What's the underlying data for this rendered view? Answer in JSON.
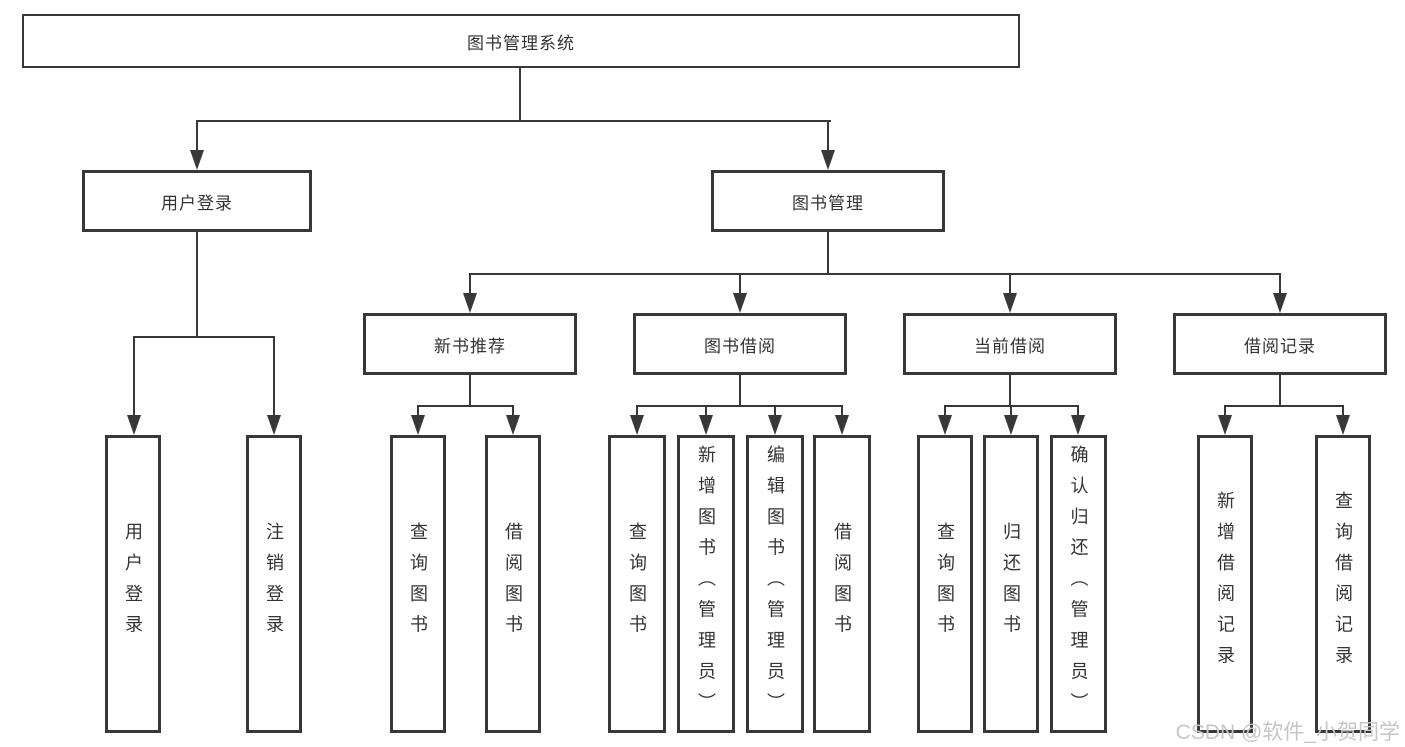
{
  "tree": {
    "label": "图书管理系统",
    "children": [
      {
        "label": "用户登录",
        "children": [
          {
            "label": "用户登录"
          },
          {
            "label": "注销登录"
          }
        ]
      },
      {
        "label": "图书管理",
        "children": [
          {
            "label": "新书推荐",
            "children": [
              {
                "label": "查询图书"
              },
              {
                "label": "借阅图书"
              }
            ]
          },
          {
            "label": "图书借阅",
            "children": [
              {
                "label": "查询图书"
              },
              {
                "label": "新增图书（管理员）"
              },
              {
                "label": "编辑图书（管理员）"
              },
              {
                "label": "借阅图书"
              }
            ]
          },
          {
            "label": "当前借阅",
            "children": [
              {
                "label": "查询图书"
              },
              {
                "label": "归还图书"
              },
              {
                "label": "确认归还（管理员）"
              }
            ]
          },
          {
            "label": "借阅记录",
            "children": [
              {
                "label": "新增借阅记录"
              },
              {
                "label": "查询借阅记录"
              }
            ]
          }
        ]
      }
    ]
  },
  "watermark": {
    "text": "CSDN @软件_小贺同学"
  },
  "colors": {
    "line": "#383838",
    "text": "#333333",
    "box_background": "#ffffff",
    "watermark": "#c6c6c6"
  }
}
